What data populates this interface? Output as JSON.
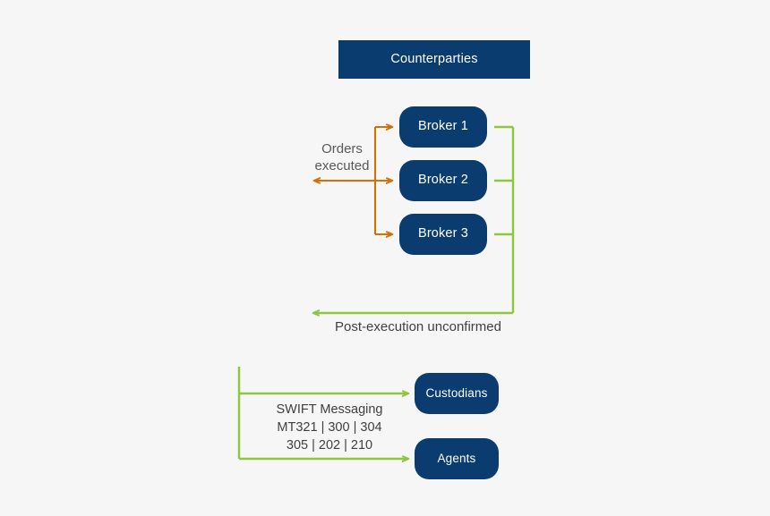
{
  "diagram": {
    "title_node": {
      "label": "Counterparties"
    },
    "background_color": "#f6f6f6",
    "colors": {
      "node_navy": "#0a3c70",
      "flow_orange": "#d2700a",
      "flow_green": "#8dc63f",
      "label_gray": "#58595b"
    },
    "brokers": [
      {
        "label": "Broker 1"
      },
      {
        "label": "Broker 2"
      },
      {
        "label": "Broker 3"
      }
    ],
    "service_nodes": [
      {
        "label": "Custodians"
      },
      {
        "label": "Agents"
      }
    ],
    "edge_labels": {
      "orders_executed": "Orders\nexecuted",
      "post_execution": "Post-execution unconfirmed",
      "swift_messaging": "SWIFT Messaging\nMT321 |  300  |  304\n305  |  202  |  210"
    }
  }
}
